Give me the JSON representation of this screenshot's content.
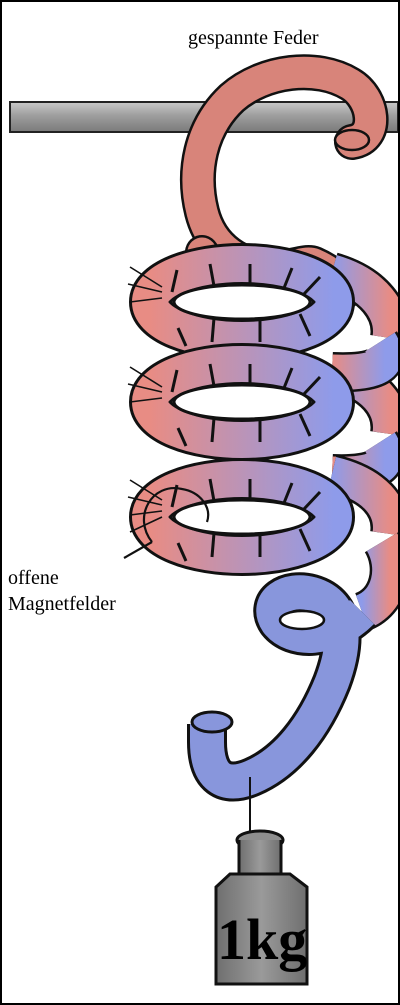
{
  "labels": {
    "top": "gespannte Feder",
    "side_line1": "offene",
    "side_line2": "Magnetfelder",
    "weight": "1kg"
  },
  "colors": {
    "spring_top": "#d8847a",
    "spring_bottom": "#8896dc",
    "segment_red": "#e88c84",
    "segment_blue": "#8e9bea",
    "bar": "#9a9a9a",
    "weight": "#8e8e8e",
    "outline": "#111111"
  },
  "icons": {
    "rod": "rod-icon",
    "spring": "spring-icon",
    "hook": "hook-icon",
    "weight": "weight-icon",
    "field": "magnetic-field-icon"
  }
}
